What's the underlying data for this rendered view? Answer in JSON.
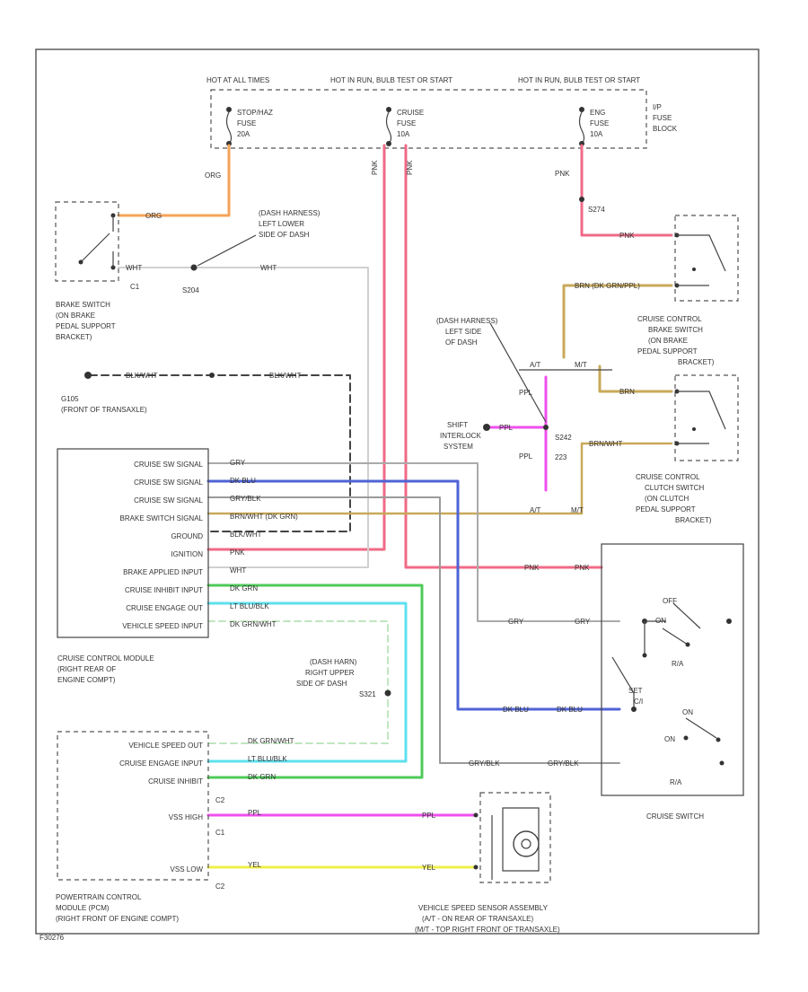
{
  "colors": {
    "orange": "#f5a35a",
    "pink": "#f06a86",
    "blue": "#4f63d6",
    "green": "#4fca5a",
    "cyan": "#5ee0ee",
    "magenta": "#ee4fee",
    "yellow": "#f0ef4a",
    "tan": "#c9a95a",
    "white_wire": "#d0d0d0",
    "gray_wire": "#9a9a9a",
    "black_wire": "#444444"
  },
  "fuse_block": {
    "hot_at_all_times": "HOT AT ALL TIMES",
    "hot_run_bulb_1": "HOT IN RUN, BULB TEST OR START",
    "hot_run_bulb_2": "HOT IN RUN, BULB TEST OR START",
    "stop_hazard_fuse": [
      "STOP/HAZ",
      "FUSE",
      "20A"
    ],
    "cruise_fuse": [
      "CRUISE",
      "FUSE",
      "10A"
    ],
    "eng_fuse": [
      "ENG",
      "FUSE",
      "10A"
    ],
    "block_label": [
      "I/P",
      "FUSE",
      "BLOCK"
    ]
  },
  "wires": {
    "org": "ORG",
    "pnk_1": "PNK",
    "pnk_2": "PNK",
    "pnk_3": "PNK",
    "pnk_s274": "PNK",
    "wht_1": "WHT",
    "wht_2": "WHT",
    "s274": "S274",
    "s204": "S204",
    "c1": "C1",
    "brn_dk_grn": "BRN (DK GRN/PPL)",
    "brn_1": "BRN",
    "brn_wht": "BRN/WHT",
    "blk_wht": "BLK/WHT",
    "blk_wht_2": "BLK/WHT",
    "ppl_1": "PPL",
    "ppl_2": "PPL",
    "ppl_3": "PPL",
    "s242": "S242",
    "s223": "223",
    "mt": "M/T",
    "at": "A/T",
    "mt_2": "M/T",
    "at_2": "A/T"
  },
  "dash_harness_left_lower": [
    "(DASH HARNESS)",
    "LEFT LOWER",
    "SIDE OF DASH"
  ],
  "dash_harness_left_side": [
    "(DASH HARNESS)",
    "LEFT SIDE",
    "OF DASH"
  ],
  "dash_harness_right_upper": [
    "(DASH HARN)",
    "RIGHT UPPER",
    "SIDE OF DASH",
    "S321"
  ],
  "brake_switch": [
    "BRAKE SWITCH",
    "(ON BRAKE",
    "PEDAL SUPPORT",
    "BRACKET)"
  ],
  "cruise_brake_switch": [
    "CRUISE CONTROL",
    "BRAKE SWITCH",
    "(ON BRAKE",
    "PEDAL SUPPORT",
    "BRACKET)"
  ],
  "cruise_clutch_switch": [
    "CRUISE CONTROL",
    "CLUTCH SWITCH",
    "(ON CLUTCH",
    "PEDAL SUPPORT",
    "BRACKET)"
  ],
  "ground": {
    "id": "G105",
    "desc": "(FRONT OF TRANSAXLE)",
    "wire1": "BLK/WHT",
    "wire2": "BLK/WHT"
  },
  "shift_interlock": [
    "SHIFT",
    "INTERLOCK",
    "SYSTEM"
  ],
  "ccm": {
    "pins": [
      "CRUISE SW SIGNAL",
      "CRUISE SW SIGNAL",
      "CRUISE SW SIGNAL",
      "BRAKE SWITCH SIGNAL",
      "GROUND",
      "IGNITION",
      "BRAKE APPLIED INPUT",
      "CRUISE INHIBIT INPUT",
      "CRUISE ENGAGE OUT",
      "VEHICLE SPEED INPUT"
    ],
    "pin_wires": [
      "GRY",
      "DK BLU",
      "GRY/BLK",
      "BRN/WHT (DK GRN)",
      "BLK/WHT",
      "PNK",
      "WHT",
      "DK GRN",
      "LT BLU/BLK",
      "DK GRN/WHT"
    ],
    "label": [
      "CRUISE CONTROL MODULE",
      "(RIGHT REAR OF",
      "ENGINE COMPT)"
    ]
  },
  "pcm": {
    "pins": [
      "VEHICLE SPEED OUT",
      "CRUISE ENGAGE INPUT",
      "CRUISE INHIBIT",
      "VSS HIGH",
      "VSS LOW"
    ],
    "pin_wires": [
      "DK GRN/WHT",
      "LT BLU/BLK",
      "DK GRN",
      "PPL",
      "YEL"
    ],
    "connectors": [
      "C2",
      "C1",
      "C2"
    ],
    "label": [
      "POWERTRAIN CONTROL",
      "MODULE (PCM)",
      "(RIGHT FRONT OF ENGINE COMPT)"
    ]
  },
  "cruise_switch": {
    "labels": [
      "OFF",
      "ON",
      "R/A",
      "SET",
      "C/I",
      "ON",
      "R/A"
    ],
    "wires": [
      "PNK",
      "PNK",
      "GRY",
      "GRY",
      "DK BLU",
      "DK BLU",
      "GRY/BLK",
      "GRY/BLK"
    ],
    "title": "CRUISE SWITCH"
  },
  "vss": {
    "wires": [
      "PPL",
      "YEL"
    ],
    "label": [
      "VEHICLE SPEED SENSOR ASSEMBLY",
      "(A/T - ON REAR OF TRANSAXLE)",
      "(M/T - TOP RIGHT FRONT OF TRANSAXLE)"
    ]
  },
  "corner_code": "F30276"
}
